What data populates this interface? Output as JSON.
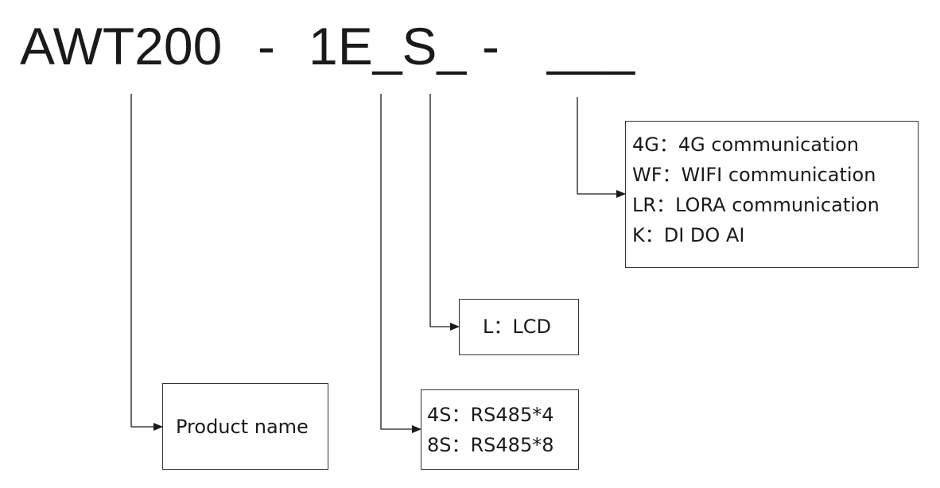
{
  "model_code": {
    "prefix": "AWT200",
    "sep1": "-",
    "middle": "1E_S_",
    "sep2": "-",
    "suffix": "___"
  },
  "boxes": {
    "communication": {
      "lines": [
        "4G：4G communication",
        "WF：WIFI communication",
        "LR：LORA communication",
        "K：DI DO AI"
      ]
    },
    "display": {
      "lines": [
        "L：LCD"
      ]
    },
    "product": {
      "lines": [
        "Product name"
      ]
    },
    "serial": {
      "lines": [
        "4S：RS485*4",
        "8S：RS485*8"
      ]
    }
  }
}
